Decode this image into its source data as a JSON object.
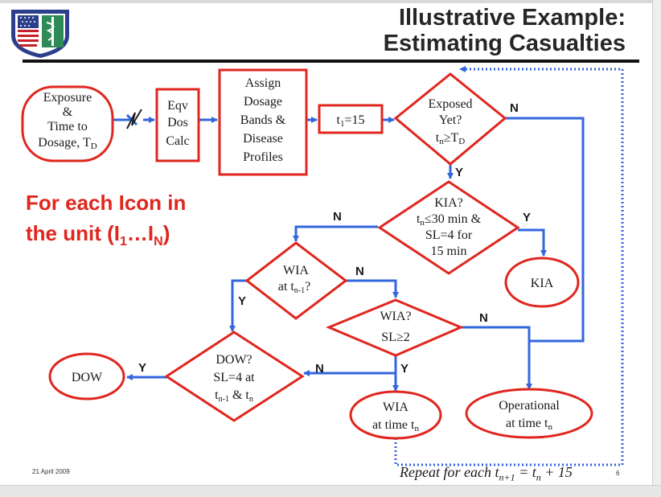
{
  "slide": {
    "title_line1": "Illustrative Example:",
    "title_line2": "Estimating Casualties",
    "note_line1": "For each Icon in",
    "note_line2_prefix": "the unit (I",
    "note_line2_sub1": "1",
    "note_line2_mid": "…I",
    "note_line2_sub2": "N",
    "note_line2_suffix": ")",
    "date": "21 April 2009",
    "page_number": "6",
    "repeat_note": {
      "prefix": "Repeat for each t",
      "sub1": "n+1",
      "mid": " = t",
      "sub2": "n",
      "suffix": " + 15"
    }
  },
  "diagram": {
    "exposure": {
      "line1": "Exposure",
      "line2": "&",
      "line3": "Time to",
      "line4": "Dosage, T",
      "line4_sub": "D"
    },
    "eqv": {
      "line1": "Eqv",
      "line2": "Dos",
      "line3": "Calc"
    },
    "assign": {
      "line1": "Assign",
      "line2": "Dosage",
      "line3": "Bands &",
      "line4": "Disease",
      "line5": "Profiles"
    },
    "t1": {
      "prefix": "t",
      "sub": "1",
      "suffix": "=15"
    },
    "exposed": {
      "line1": "Exposed",
      "line2": "Yet?",
      "line3_prefix": "t",
      "line3_sub": "n",
      "line3_mid": "≥T",
      "line3_sub2": "D"
    },
    "kia_q": {
      "line1": "KIA?",
      "line2_prefix": "t",
      "line2_sub": "n",
      "line2_suffix": "≤30 min &",
      "line3": "SL=4 for",
      "line4": "15 min"
    },
    "kia": {
      "label": "KIA"
    },
    "wia_prev": {
      "line1": "WIA",
      "line2_prefix": "at t",
      "line2_sub": "n-1",
      "line2_suffix": "?"
    },
    "wia_q": {
      "line1": "WIA?",
      "line2": "SL≥2"
    },
    "dow_q": {
      "line1": "DOW?",
      "line2": "SL=4 at",
      "line3_prefix": "t",
      "line3_sub": "n-1",
      "line3_mid": " & t",
      "line3_sub2": "n"
    },
    "dow": {
      "label": "DOW"
    },
    "wia_time": {
      "line1": "WIA",
      "line2_prefix": "at time t",
      "line2_sub": "n"
    },
    "operational": {
      "line1": "Operational",
      "line2_prefix": "at time t",
      "line2_sub": "n"
    },
    "labels": {
      "yes": "Y",
      "no": "N"
    }
  },
  "colors": {
    "red": "#e0261e",
    "blue": "#3366dd",
    "title_text": "#262626"
  }
}
